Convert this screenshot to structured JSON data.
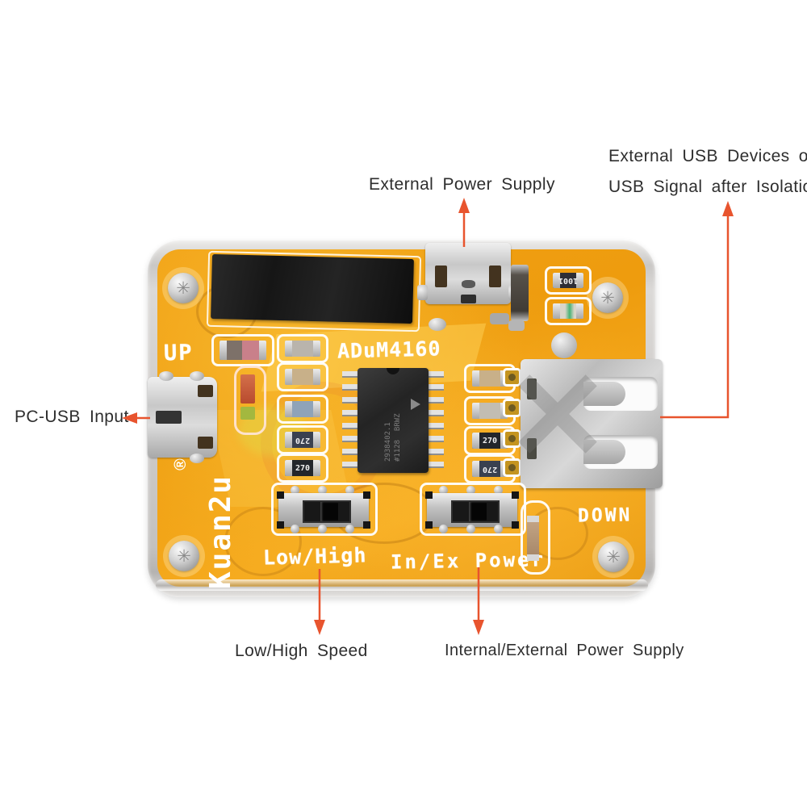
{
  "annotations": {
    "external_power_supply": "External Power Supply",
    "external_usb_line1": "External USB Devices of",
    "external_usb_line2": "USB Signal after Isolation",
    "pc_usb_input": "PC-USB Input",
    "low_high_speed": "Low/High Speed",
    "internal_external_power_supply": "Internal/External Power Supply"
  },
  "board": {
    "silkscreen": {
      "chip_label": "ADuM4160",
      "up_label": "UP",
      "down_label": "DOWN",
      "low_high_label": "Low/High",
      "in_ex_power_label": "In/Ex Power",
      "brand": "Kuan2u",
      "registered_mark": "®"
    },
    "chip_markings": {
      "line1": "2938402.1",
      "line2": "#1128",
      "line3": "BRWZ"
    },
    "component_markings": {
      "resistor_top_right": "1001",
      "resistor_270": "270"
    }
  },
  "colors": {
    "pcb_yellow": "#f1a014",
    "arrow_red": "#e8542e",
    "silkscreen_white": "#ffffff",
    "case_gray": "#d2d0ce",
    "label_text": "#2e2e2e"
  }
}
